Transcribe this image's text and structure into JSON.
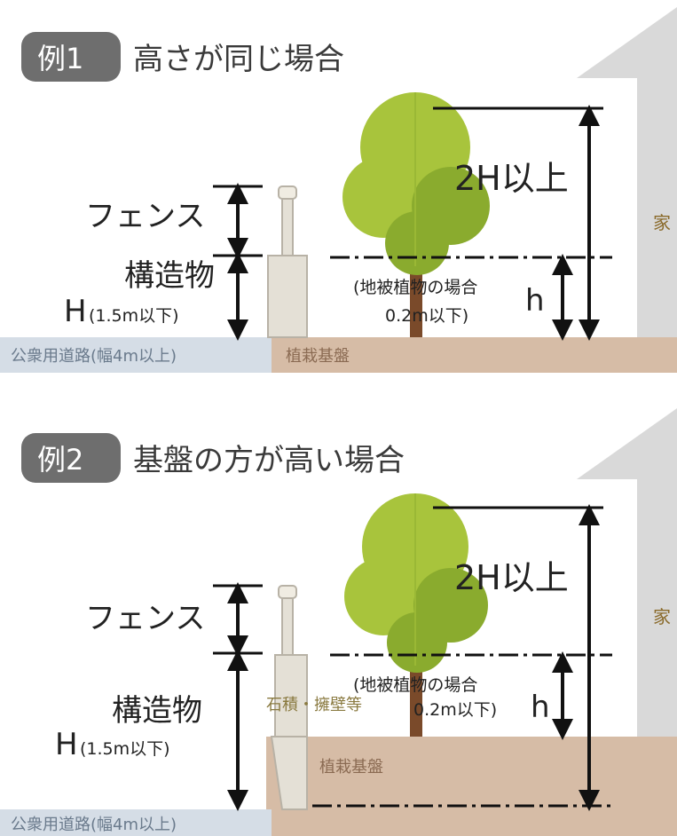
{
  "examples": [
    {
      "badge": "例1",
      "title": "高さが同じ場合",
      "fence_label": "フェンス",
      "structure_label": "構造物",
      "height_letter": "H",
      "height_note": "(1.5m以下)",
      "tree_height_label": "2H以上",
      "ground_cover_line1": "(地被植物の場合",
      "ground_cover_line2": "0.2m以下)",
      "small_h": "h",
      "house_label": "家",
      "road_label": "公衆用道路(幅4m以上)",
      "bed_label": "植栽基盤"
    },
    {
      "badge": "例2",
      "title": "基盤の方が高い場合",
      "fence_label": "フェンス",
      "structure_label": "構造物",
      "height_letter": "H",
      "height_note": "(1.5m以下)",
      "tree_height_label": "2H以上",
      "ground_cover_line1": "(地被植物の場合",
      "ground_cover_line2": "0.2m以下)",
      "small_h": "h",
      "house_label": "家",
      "wall_label": "石積・擁壁等",
      "road_label": "公衆用道路(幅4m以上)",
      "bed_label": "植栽基盤"
    }
  ],
  "colors": {
    "badge": "#6e6e6e",
    "road": "#d5dde6",
    "bed": "#d6bca6",
    "bed_text": "#8a6a52",
    "road_text": "#6a7a8c",
    "house": "#d9d9d9",
    "house_text": "#8a6a2a",
    "fence_post": "#e4e0d6",
    "tree_light": "#a8c43c",
    "tree_dark": "#8aab2e",
    "trunk": "#7a4a2a"
  }
}
